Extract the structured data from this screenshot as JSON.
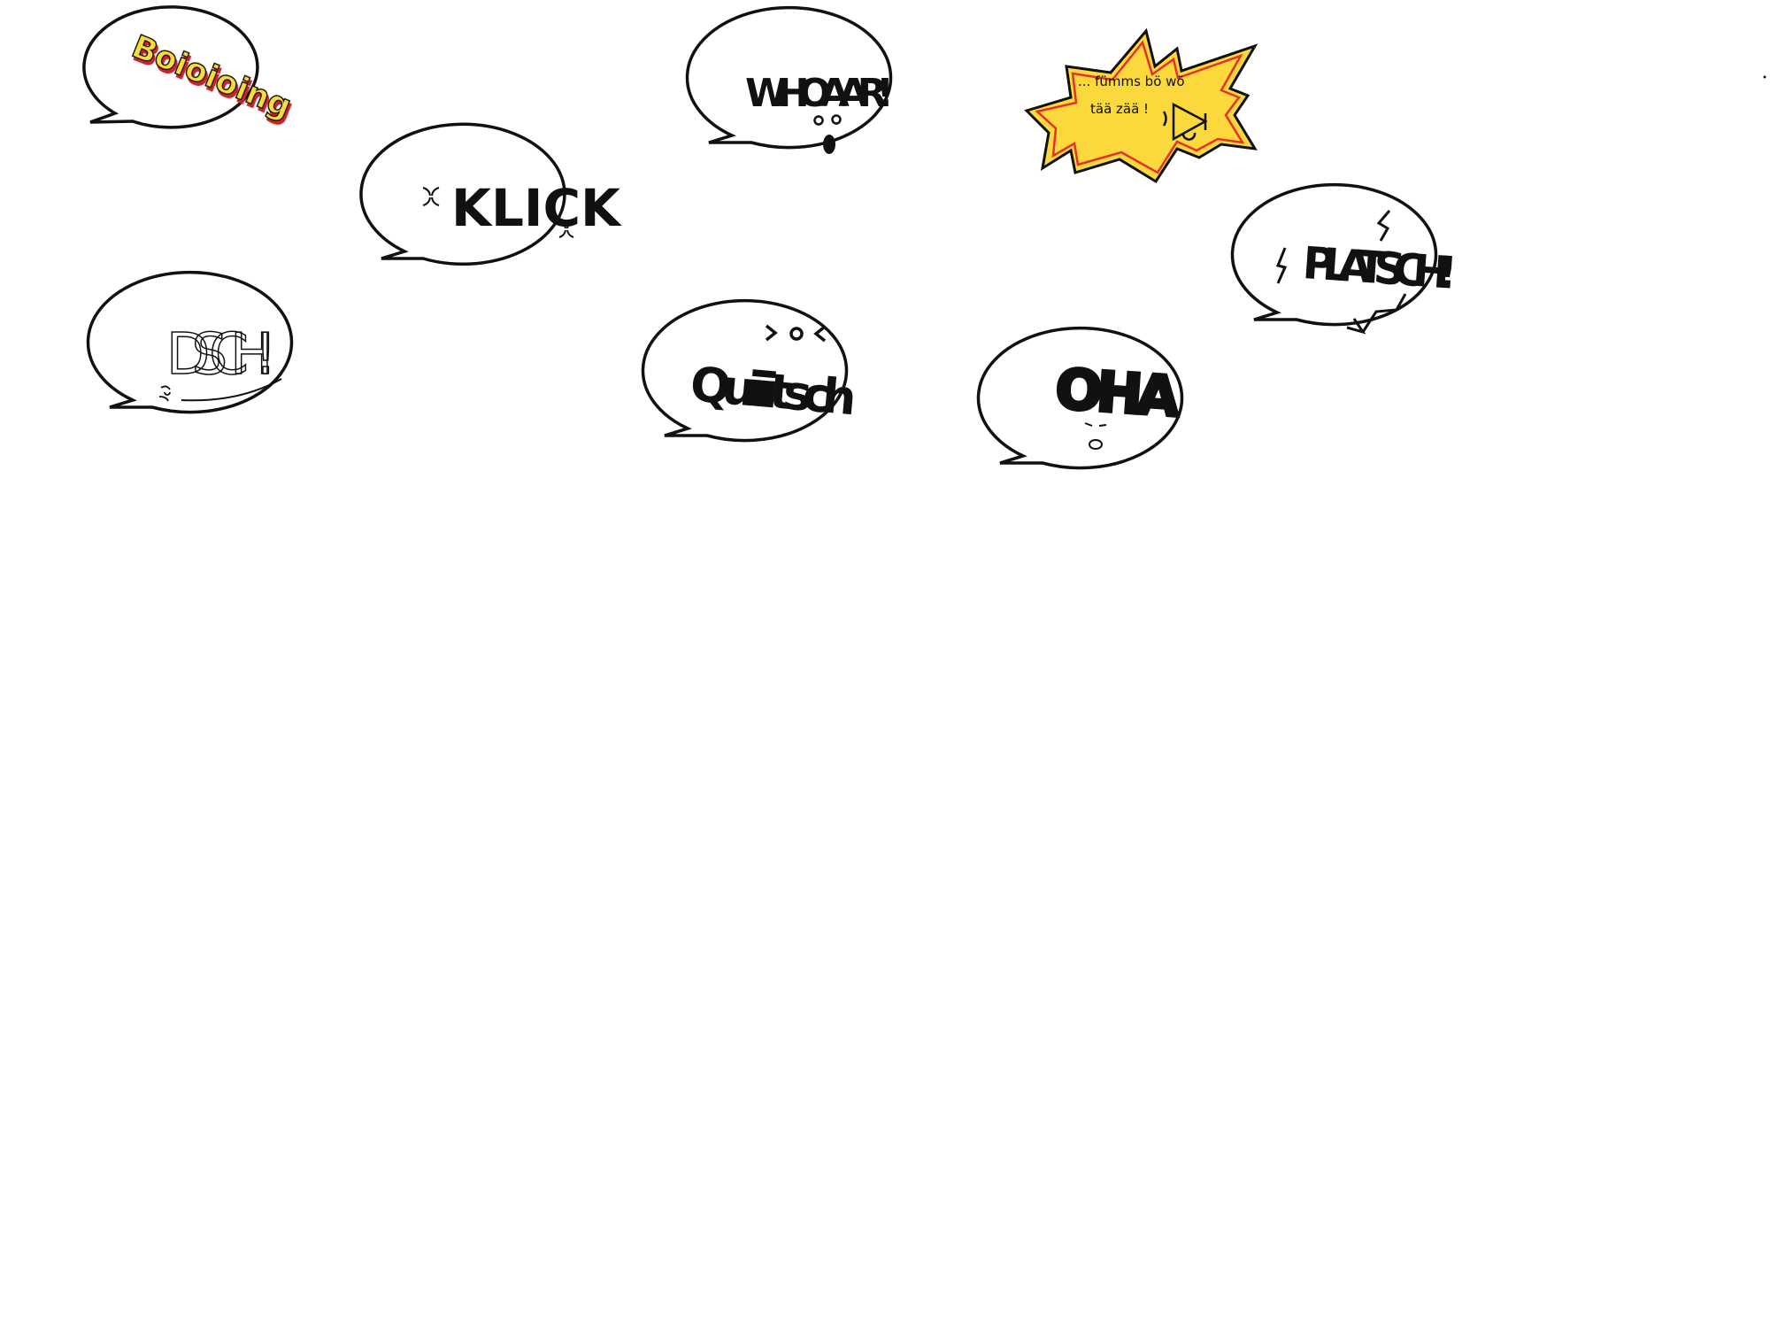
{
  "stickers": {
    "boioioing": {
      "text": "Boioioing",
      "fill": "#f7dc3c",
      "shadow": "#d0202a"
    },
    "klick": {
      "text": "KLICK"
    },
    "dsch": {
      "text": "DSCH!"
    },
    "whoaar": {
      "text": "WHOAAR!"
    },
    "quiiitsch": {
      "text": "Quiiitsch"
    },
    "oha": {
      "text": "OHA"
    },
    "platsch": {
      "text": "PLATSCH!"
    },
    "burst": {
      "line1": "... fümms bö wö",
      "line2": "tää zää !",
      "fill": "#fbd93c",
      "inner_stroke": "#e8302a"
    }
  }
}
